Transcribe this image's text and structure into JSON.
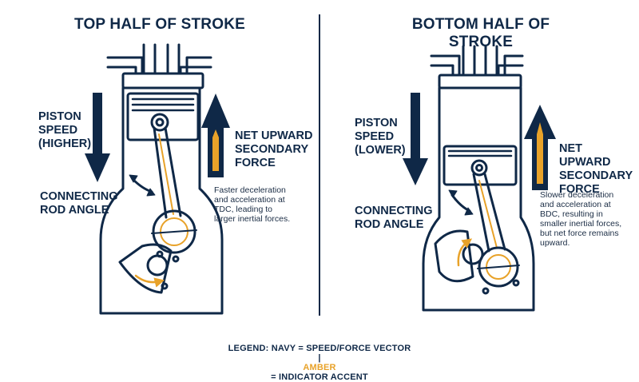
{
  "colors": {
    "navy": "#0f2847",
    "amber": "#e8a229",
    "background": "#ffffff"
  },
  "left": {
    "title": "TOP HALF OF STROKE",
    "piston_speed_label": "PISTON\nSPEED\n(HIGHER)",
    "rod_angle_label": "CONNECTING\nROD ANGLE",
    "force_label": "NET UPWARD\nSECONDARY\nFORCE",
    "note": "Faster deceleration\nand acceleration at\nTDC, leading to\nlarger inertial forces."
  },
  "right": {
    "title": "BOTTOM HALF OF STROKE",
    "piston_speed_label": "PISTON\nSPEED\n(LOWER)",
    "rod_angle_label": "CONNECTING\nROD ANGLE",
    "force_label": "NET UPWARD\nSECONDARY\nFORCE",
    "note": "Slower deceleration\nand acceleration at\nBDC, resulting in\nsmaller inertial forces,\nbut net force remains\nupward."
  },
  "legend": {
    "prefix": "LEGEND: NAVY = SPEED/FORCE VECTOR",
    "separator": "|",
    "amber_word": "AMBER",
    "suffix": "= INDICATOR ACCENT"
  }
}
